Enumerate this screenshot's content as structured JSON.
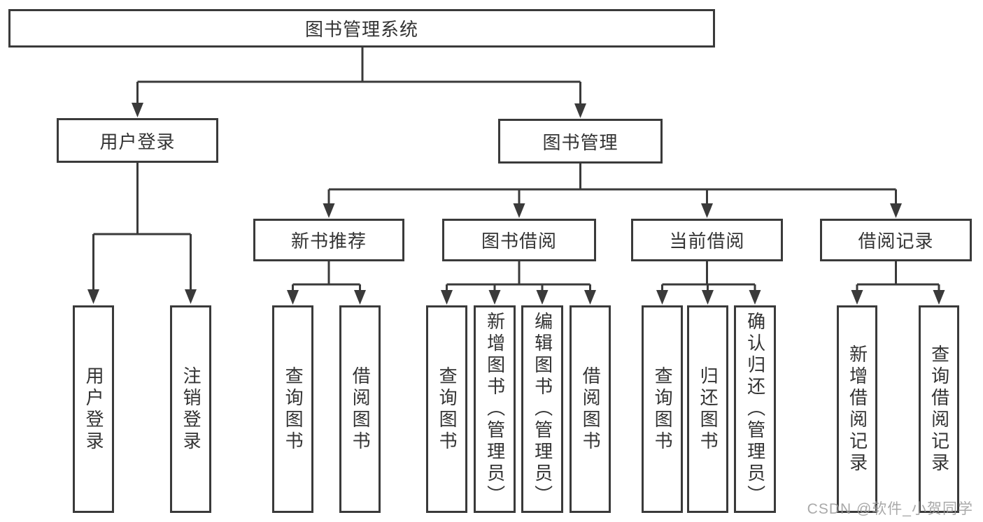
{
  "watermark": "CSDN @软件_小贺同学",
  "colors": {
    "line": "#3a3a3a",
    "text": "#333333",
    "background": "#ffffff",
    "watermark": "#9b9b9b"
  },
  "tree": {
    "label": "图书管理系统",
    "children": [
      {
        "label": "用户登录",
        "children": [
          {
            "label": "用户登录"
          },
          {
            "label": "注销登录"
          }
        ]
      },
      {
        "label": "图书管理",
        "children": [
          {
            "label": "新书推荐",
            "children": [
              {
                "label": "查询图书"
              },
              {
                "label": "借阅图书"
              }
            ]
          },
          {
            "label": "图书借阅",
            "children": [
              {
                "label": "查询图书"
              },
              {
                "label": "新增图书（管理员）"
              },
              {
                "label": "编辑图书（管理员）"
              },
              {
                "label": "借阅图书"
              }
            ]
          },
          {
            "label": "当前借阅",
            "children": [
              {
                "label": "查询图书"
              },
              {
                "label": "归还图书"
              },
              {
                "label": "确认归还（管理员）"
              }
            ]
          },
          {
            "label": "借阅记录",
            "children": [
              {
                "label": "新增借阅记录"
              },
              {
                "label": "查询借阅记录"
              }
            ]
          }
        ]
      }
    ]
  }
}
